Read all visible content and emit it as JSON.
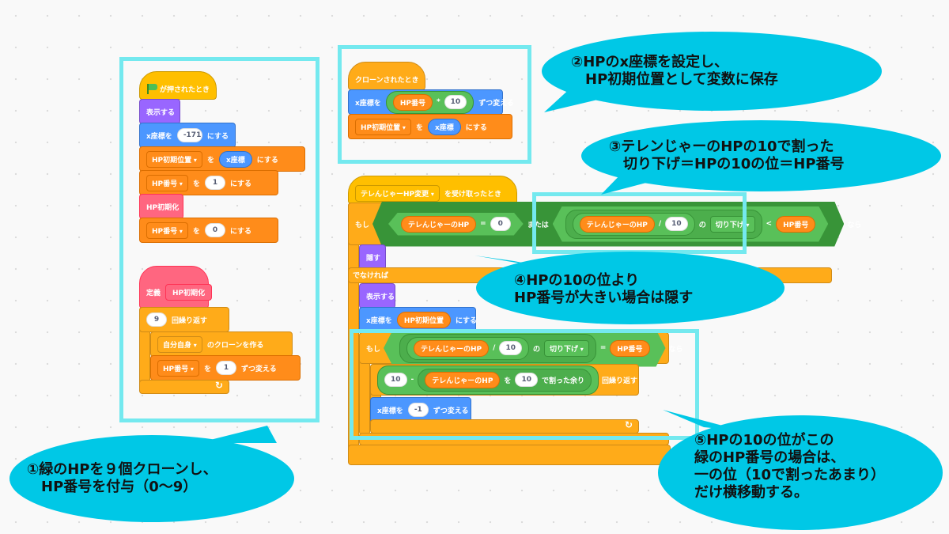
{
  "script1": {
    "hat": "が押されたとき",
    "show": "表示する",
    "setx_label": "x座標を",
    "setx_value": "-171",
    "setx_suffix": "にする",
    "set_init_var": "HP初期位置",
    "set_init_to": "を",
    "set_init_reporter": "x座標",
    "set_init_suffix": "にする",
    "set_num_var": "HP番号",
    "set_num_to": "を",
    "set_num_value": "1",
    "set_num_suffix": "にする",
    "call": "HP初期化",
    "set_num2_var": "HP番号",
    "set_num2_to": "を",
    "set_num2_value": "0",
    "set_num2_suffix": "にする"
  },
  "script2": {
    "define": "定義",
    "define_name": "HP初期化",
    "repeat_value": "9",
    "repeat_label": "回繰り返す",
    "clone_target": "自分自身",
    "clone_suffix": "のクローンを作る",
    "change_var": "HP番号",
    "change_by": "を",
    "change_value": "1",
    "change_suffix": "ずつ変える"
  },
  "script3": {
    "hat": "クローンされたとき",
    "changex_label": "x座標を",
    "changex_var": "HP番号",
    "mul": "*",
    "mul_value": "10",
    "changex_suffix": "ずつ変える",
    "set_var": "HP初期位置",
    "set_to": "を",
    "set_reporter": "x座標",
    "set_suffix": "にする"
  },
  "script4": {
    "hat_msg": "テレんじゃーHP変更",
    "hat_suffix": "を受け取ったとき",
    "if_label": "もし",
    "eq1_var": "テレんじゃーのHP",
    "eq1_op": "=",
    "eq1_value": "0",
    "or_label": "または",
    "div_var": "テレんじゃーのHP",
    "div_op": "/",
    "div_value": "10",
    "of_label": "の",
    "floor_label": "切り下げ",
    "lt_op": "<",
    "lt_var": "HP番号",
    "then_label": "なら",
    "hide": "隠す",
    "else_label": "でなければ",
    "show": "表示する",
    "setx_label": "x座標を",
    "setx_var": "HP初期位置",
    "setx_suffix": "にする",
    "if2_label": "もし",
    "if2_div_var": "テレんじゃーのHP",
    "if2_div_op": "/",
    "if2_div_value": "10",
    "if2_of": "の",
    "if2_floor": "切り下げ",
    "if2_eq": "=",
    "if2_var": "HP番号",
    "if2_then": "なら",
    "rep_minuend": "10",
    "rep_minus": "-",
    "rep_mod_var": "テレんじゃーのHP",
    "rep_mod_wo": "を",
    "rep_mod_value": "10",
    "rep_mod_label": "で割った余り",
    "rep_suffix": "回繰り返す",
    "changex_label": "x座標を",
    "changex_value": "-1",
    "changex_suffix": "ずつ変える"
  },
  "notes": {
    "n1": "①緑のHPを９個クローンし、\n　HP番号を付与（0〜9）",
    "n2": "②HPのx座標を設定し、\n　HP初期位置として変数に保存",
    "n3": "③テレンじゃーのHPの10で割った\n　切り下げ＝HPの10の位＝HP番号",
    "n4": "④HPの10の位より\nHP番号が大きい場合は隠す",
    "n5": "⑤HPの10の位がこの\n緑のHP番号の場合は、\n一の位（10で割ったあまり）\nだけ横移動する。"
  },
  "colors": {
    "annotation_fill": "#00c8e6",
    "frame": "#74e9ef",
    "events": "#ffbf00",
    "control": "#ffab19",
    "variables": "#ff8c1a",
    "motion": "#4c97ff",
    "looks": "#9966ff",
    "myblocks": "#ff6680",
    "operators": "#59c059"
  }
}
